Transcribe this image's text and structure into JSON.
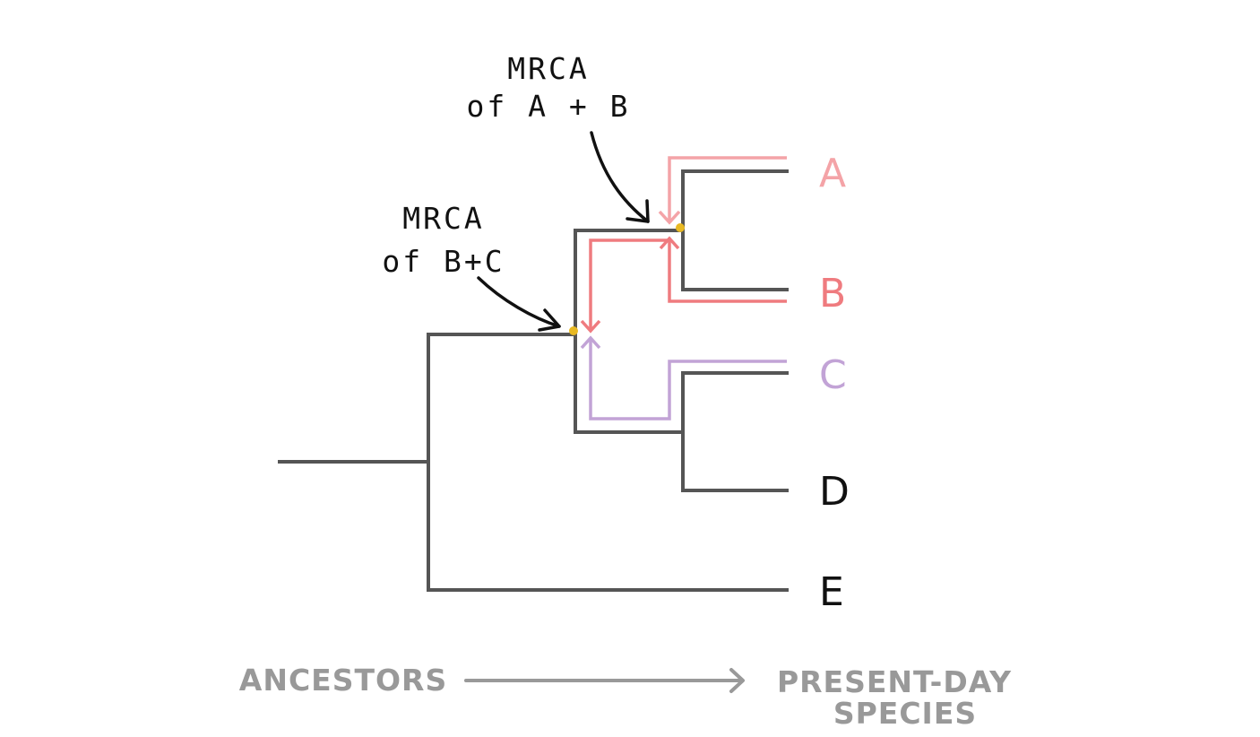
{
  "tips": {
    "a": {
      "label": "A",
      "color": "#f4a3a7"
    },
    "b": {
      "label": "B",
      "color": "#ef7b7f"
    },
    "c": {
      "label": "C",
      "color": "#c2a3d6"
    },
    "d": {
      "label": "D",
      "color": "#111111"
    },
    "e": {
      "label": "E",
      "color": "#111111"
    }
  },
  "annotations": {
    "mrca_ab": {
      "line1": "MRCA",
      "line2": "of A + B"
    },
    "mrca_bc": {
      "line1": "MRCA",
      "line2": "of B+C"
    }
  },
  "axis": {
    "start": "ANCESTORS",
    "end_line1": "PRESENT-DAY",
    "end_line2": "SPECIES"
  },
  "colors": {
    "branch": "#555555",
    "node_dot": "#e8b923",
    "axis": "#999999"
  }
}
